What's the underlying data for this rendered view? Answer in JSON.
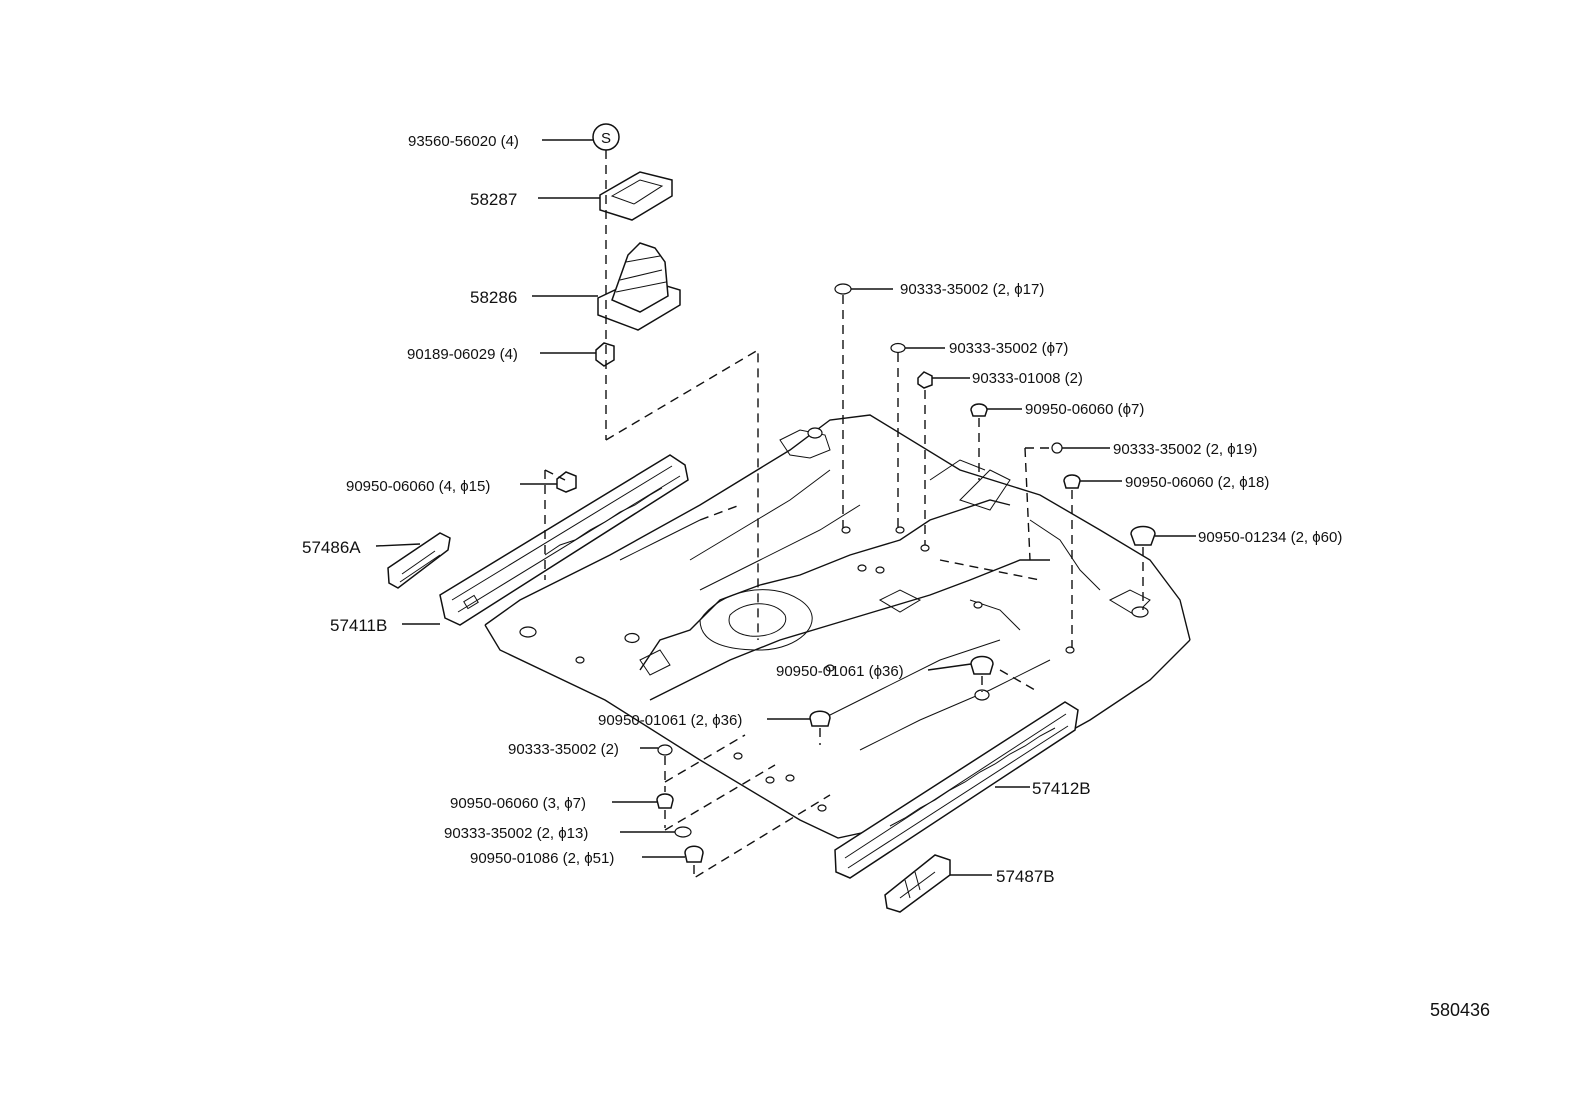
{
  "figure_id": "580436",
  "callouts": [
    {
      "id": "93560-56020",
      "text": "93560-56020 (4)"
    },
    {
      "id": "58287",
      "text": "58287"
    },
    {
      "id": "58286",
      "text": "58286"
    },
    {
      "id": "90189-06029",
      "text": "90189-06029 (4)"
    },
    {
      "id": "90950-06060-a",
      "text": "90950-06060 (4, ϕ15)"
    },
    {
      "id": "57486A",
      "text": "57486A"
    },
    {
      "id": "57411B",
      "text": "57411B"
    },
    {
      "id": "90333-35002-a",
      "text": "90333-35002 (2, ϕ17)"
    },
    {
      "id": "90333-35002-b",
      "text": "90333-35002 (ϕ7)"
    },
    {
      "id": "90333-01008",
      "text": "90333-01008 (2)"
    },
    {
      "id": "90950-06060-b",
      "text": "90950-06060  (ϕ7)"
    },
    {
      "id": "90333-35002-c",
      "text": "90333-35002  (2, ϕ19)"
    },
    {
      "id": "90950-06060-c",
      "text": "90950-06060  (2, ϕ18)"
    },
    {
      "id": "90950-01234",
      "text": "90950-01234  (2, ϕ60)"
    },
    {
      "id": "90950-01061-a",
      "text": "90950-01061 (ϕ36)"
    },
    {
      "id": "90950-01061-b",
      "text": "90950-01061 (2, ϕ36)"
    },
    {
      "id": "90333-35002-d",
      "text": "90333-35002 (2)"
    },
    {
      "id": "57412B",
      "text": "57412B"
    },
    {
      "id": "90950-06060-d",
      "text": "90950-06060 (3, ϕ7)"
    },
    {
      "id": "90333-35002-e",
      "text": "90333-35002 (2, ϕ13)"
    },
    {
      "id": "90950-01086",
      "text": "90950-01086 (2, ϕ51)"
    },
    {
      "id": "57487B",
      "text": "57487B"
    }
  ],
  "s_mark": "S"
}
